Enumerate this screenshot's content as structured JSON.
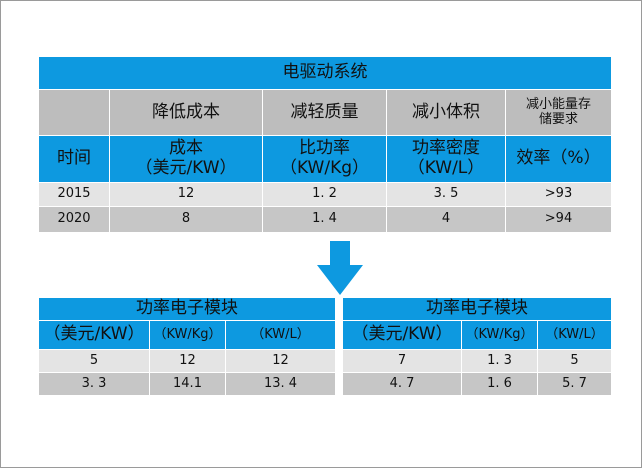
{
  "top_table": {
    "title": "电驱动系统",
    "goals": [
      "降低成本",
      "减轻质量",
      "减小体积",
      "减小能量存",
      "储要求"
    ],
    "time_label": "时间",
    "metrics": [
      {
        "line1": "成本",
        "line2": "（美元/KW）"
      },
      {
        "line1": "比功率",
        "line2": "（KW/Kg）"
      },
      {
        "line1": "功率密度",
        "line2": "（KW/L）"
      },
      {
        "line1": "效率（%）",
        "line2": ""
      }
    ],
    "rows": [
      {
        "year": "2015",
        "cost": "12",
        "specific_power": "1. 2",
        "power_density": "3. 5",
        "efficiency": ">93"
      },
      {
        "year": "2020",
        "cost": "8",
        "specific_power": "1. 4",
        "power_density": "4",
        "efficiency": ">94"
      }
    ]
  },
  "arrow": {
    "icon": "down-arrow-icon",
    "color": "#0d99e0"
  },
  "left_module": {
    "title": "功率电子模块",
    "units": [
      "（美元/KW）",
      "（KW/Kg）",
      "（KW/L）"
    ],
    "rows": [
      [
        "5",
        "12",
        "12"
      ],
      [
        "3. 3",
        "14.1",
        "13. 4"
      ]
    ]
  },
  "right_module": {
    "title": "功率电子模块",
    "units": [
      "（美元/KW）",
      "（KW/Kg）",
      "（KW/L）"
    ],
    "rows": [
      [
        "7",
        "1. 3",
        "5"
      ],
      [
        "4. 7",
        "1. 6",
        "5. 7"
      ]
    ]
  },
  "colors": {
    "header_blue": "#0d99e0",
    "gray": "#bdbdbd",
    "light_gray": "#e4e4e4"
  }
}
